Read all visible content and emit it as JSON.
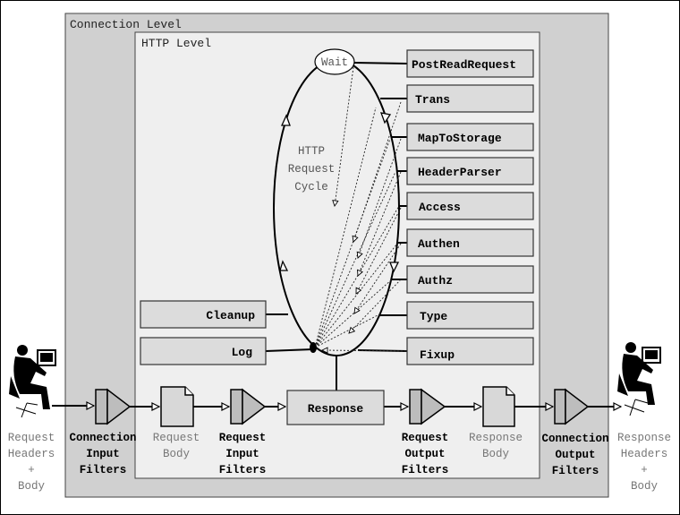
{
  "levels": {
    "connection": "Connection Level",
    "http": "HTTP Level"
  },
  "cycle": {
    "wait": "Wait",
    "line1": "HTTP",
    "line2": "Request",
    "line3": "Cycle"
  },
  "phases": [
    "PostReadRequest",
    "Trans",
    "MapToStorage",
    "HeaderParser",
    "Access",
    "Authen",
    "Authz",
    "Type",
    "Fixup"
  ],
  "left_phases": {
    "cleanup": "Cleanup",
    "log": "Log"
  },
  "response": "Response",
  "flow_labels": {
    "request": [
      "Request",
      "Headers",
      "+",
      "Body"
    ],
    "conn_input": [
      "Connection",
      "Input",
      "Filters"
    ],
    "req_body": [
      "Request",
      "Body"
    ],
    "req_input": [
      "Request",
      "Input",
      "Filters"
    ],
    "req_output": [
      "Request",
      "Output",
      "Filters"
    ],
    "resp_body": [
      "Response",
      "Body"
    ],
    "conn_output": [
      "Connection",
      "Output",
      "Filters"
    ],
    "response_out": [
      "Response",
      "Headers",
      "+",
      "Body"
    ]
  },
  "colors": {
    "connection_bg": "#d0d0d0",
    "http_bg": "#efefef",
    "box": "#dcdcdc"
  }
}
